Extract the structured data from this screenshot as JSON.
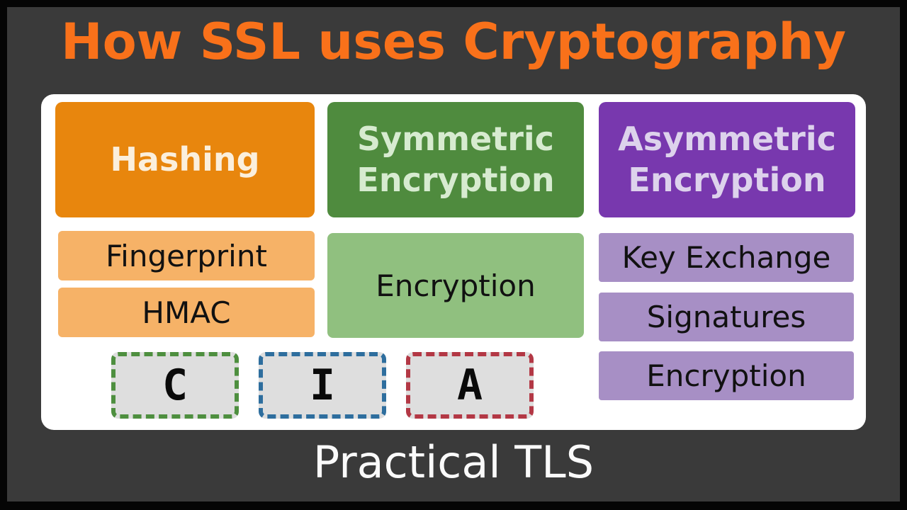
{
  "title": "How SSL uses Cryptography",
  "columns": [
    {
      "header": "Hashing",
      "items": [
        "Fingerprint",
        "HMAC"
      ]
    },
    {
      "header": "Symmetric Encryption",
      "items": [
        "Encryption"
      ]
    },
    {
      "header": "Asymmetric Encryption",
      "items": [
        "Key Exchange",
        "Signatures",
        "Encryption"
      ]
    }
  ],
  "cia_boxes": [
    {
      "letter": "C",
      "border_color": "#4E8F3F"
    },
    {
      "letter": "I",
      "border_color": "#2E6E9E"
    },
    {
      "letter": "A",
      "border_color": "#B33845"
    }
  ],
  "footer": "Practical TLS",
  "colors": {
    "frame": "#050505",
    "background": "#3A3A3A",
    "title": "#F9711A",
    "panel": "#FFFFFF",
    "hashing_header_bg": "#E8860D",
    "hashing_header_text": "#FBEFDC",
    "hashing_item_bg": "#F6B267",
    "symmetric_header_bg": "#4F8B3E",
    "symmetric_header_text": "#D7EBD0",
    "symmetric_item_bg": "#90C07F",
    "asymmetric_header_bg": "#7838AE",
    "asymmetric_header_text": "#DDD2EC",
    "asymmetric_item_bg": "#A78FC5",
    "cia_fill": "#DEDEDE",
    "item_text": "#111111"
  }
}
